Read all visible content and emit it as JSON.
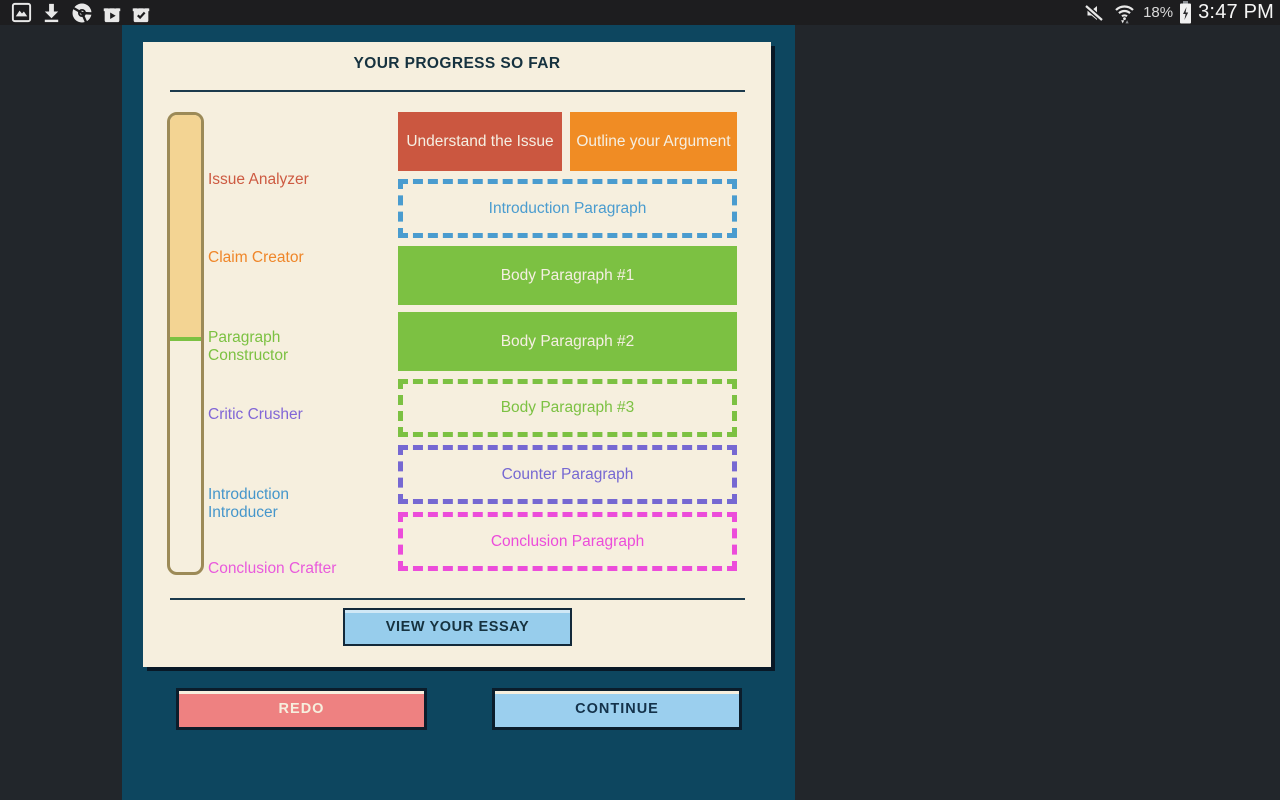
{
  "status_bar": {
    "time": "3:47 PM",
    "battery_percent": "18%",
    "left_icons": [
      "gallery-icon",
      "download-icon",
      "chrome-icon",
      "play-store-icon",
      "play-store-check-icon"
    ],
    "right_icons": [
      "mute-icon",
      "wifi-icon",
      "battery-charging-icon"
    ]
  },
  "panel": {
    "title": "YOUR PROGRESS SO FAR",
    "view_essay_label": "VIEW YOUR ESSAY"
  },
  "progress": {
    "fill_percent": 49,
    "fill_color": "#f3d493",
    "track_border_color": "#9c8a57",
    "marker_color": "#7cc142"
  },
  "tools": [
    {
      "label": "Issue Analyzer",
      "color": "#cd5a41"
    },
    {
      "label": "Claim Creator",
      "color": "#ef8629"
    },
    {
      "label": "Paragraph Constructor",
      "color": "#7cc142"
    },
    {
      "label": "Critic Crusher",
      "color": "#8166d6"
    },
    {
      "label": "Introduction Introducer",
      "color": "#4596cb"
    },
    {
      "label": "Conclusion Crafter",
      "color": "#e95adc"
    }
  ],
  "steps": [
    {
      "label": "Understand the Issue",
      "state": "complete",
      "color": "#cb5740"
    },
    {
      "label": "Outline your Argument",
      "state": "complete",
      "color": "#f08c24"
    },
    {
      "label": "Introduction Paragraph",
      "state": "pending",
      "color": "#4a9ccf"
    },
    {
      "label": "Body Paragraph #1",
      "state": "complete",
      "color": "#7cc142"
    },
    {
      "label": "Body Paragraph #2",
      "state": "complete",
      "color": "#7cc142"
    },
    {
      "label": "Body Paragraph #3",
      "state": "pending",
      "color": "#7cc142"
    },
    {
      "label": "Counter Paragraph",
      "state": "pending",
      "color": "#7668d2"
    },
    {
      "label": "Conclusion Paragraph",
      "state": "pending",
      "color": "#ec4cda"
    }
  ],
  "buttons": {
    "redo": "REDO",
    "continue": "CONTINUE"
  },
  "colors": {
    "background": "#22262b",
    "panel": "#0d465f",
    "card": "#f6efde",
    "heading": "#16323f"
  }
}
